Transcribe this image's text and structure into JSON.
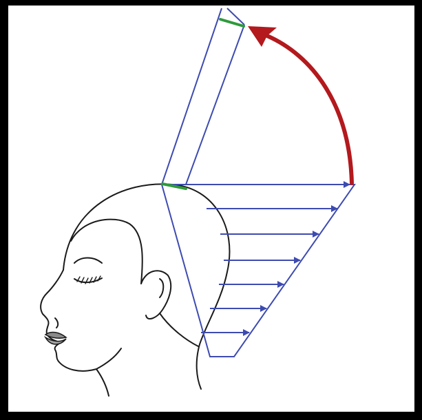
{
  "colors": {
    "frame": "#000000",
    "background": "#ffffff",
    "outline": "#1a1a1a",
    "guide": "#3d4bb0",
    "section": "#2e9a3a",
    "rotation_arrow": "#b3191d",
    "lips": "#8a8a8a"
  },
  "figure": {
    "subject": "head-profile",
    "direction_lines": 7,
    "elevation": "vertical",
    "rotation_arrow": "counterclockwise"
  }
}
